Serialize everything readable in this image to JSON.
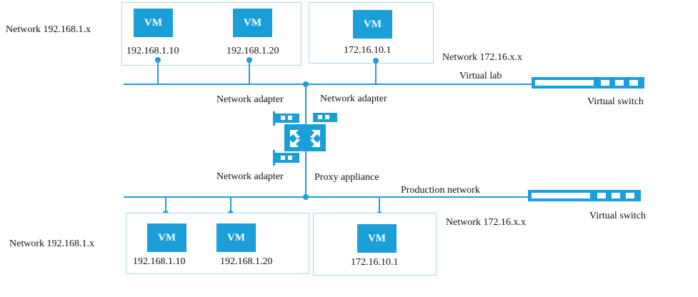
{
  "diagram": {
    "top": {
      "network_label": "Network 192.168.1.x",
      "vm_label": "VM",
      "vm1_ip": "192.168.1.10",
      "vm2_ip": "192.168.1.20",
      "vm3_ip": "172.16.10.1",
      "network_right_label": "Network   172.16.x.x",
      "bus_label": "Virtual lab",
      "switch_label": "Virtual switch"
    },
    "middle": {
      "adapter_top_left": "Network adapter",
      "adapter_top_right": "Network adapter",
      "adapter_bottom_left": "Network adapter",
      "appliance_label": "Proxy appliance"
    },
    "bottom": {
      "network_label": "Network 192.168.1.x",
      "vm_label": "VM",
      "vm1_ip": "192.168.1.10",
      "vm2_ip": "192.168.1.20",
      "vm3_ip": "172.16.10.1",
      "network_right_label": "Network   172.16.x.x",
      "bus_label": "Production network",
      "switch_label": "Virtual switch"
    }
  },
  "colors": {
    "accent": "#1a9fd9",
    "box_border": "#a9d8ee"
  }
}
